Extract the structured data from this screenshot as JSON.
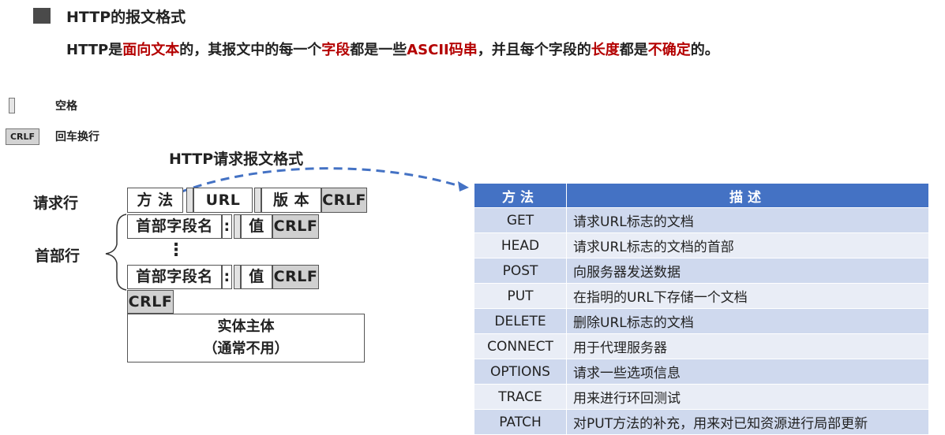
{
  "header": {
    "title": "HTTP的报文格式",
    "subtitle_parts": [
      {
        "text": "HTTP是",
        "red": false
      },
      {
        "text": "面向文本",
        "red": true
      },
      {
        "text": "的，其报文中的每一个",
        "red": false
      },
      {
        "text": "字段",
        "red": true
      },
      {
        "text": "都是一些",
        "red": false
      },
      {
        "text": "ASCII码串",
        "red": true
      },
      {
        "text": "，并且每个字段的",
        "red": false
      },
      {
        "text": "长度",
        "red": true
      },
      {
        "text": "都是",
        "red": false
      },
      {
        "text": "不确定",
        "red": true
      },
      {
        "text": "的。",
        "red": false
      }
    ],
    "accent_red": "#b40000"
  },
  "legend": {
    "space_label": "空格",
    "crlf_icon_text": "CRLF",
    "crlf_label": "回车换行"
  },
  "diagram": {
    "title": "HTTP请求报文格式",
    "request_line_label": "请求行",
    "header_lines_label": "首部行",
    "method": "方 法",
    "url": "URL",
    "version": "版 本",
    "crlf": "CRLF",
    "field_name": "首部字段名",
    "colon": ":",
    "value": "值",
    "ellipsis": "⋮",
    "entity_line1": "实体主体",
    "entity_line2": "（通常不用）",
    "arrow_color": "#4472c4"
  },
  "methods_table": {
    "headers": [
      "方法",
      "描述"
    ],
    "rows": [
      {
        "method": "GET",
        "desc": "请求URL标志的文档"
      },
      {
        "method": "HEAD",
        "desc": "请求URL标志的文档的首部"
      },
      {
        "method": "POST",
        "desc": "向服务器发送数据"
      },
      {
        "method": "PUT",
        "desc": "在指明的URL下存储一个文档"
      },
      {
        "method": "DELETE",
        "desc": "删除URL标志的文档"
      },
      {
        "method": "CONNECT",
        "desc": "用于代理服务器"
      },
      {
        "method": "OPTIONS",
        "desc": "请求一些选项信息"
      },
      {
        "method": "TRACE",
        "desc": "用来进行环回测试"
      },
      {
        "method": "PATCH",
        "desc": "对PUT方法的补充，用来对已知资源进行局部更新"
      }
    ],
    "header_color": "#4472c4",
    "row_color_a": "#cfd9ee",
    "row_color_b": "#e9edf6"
  }
}
